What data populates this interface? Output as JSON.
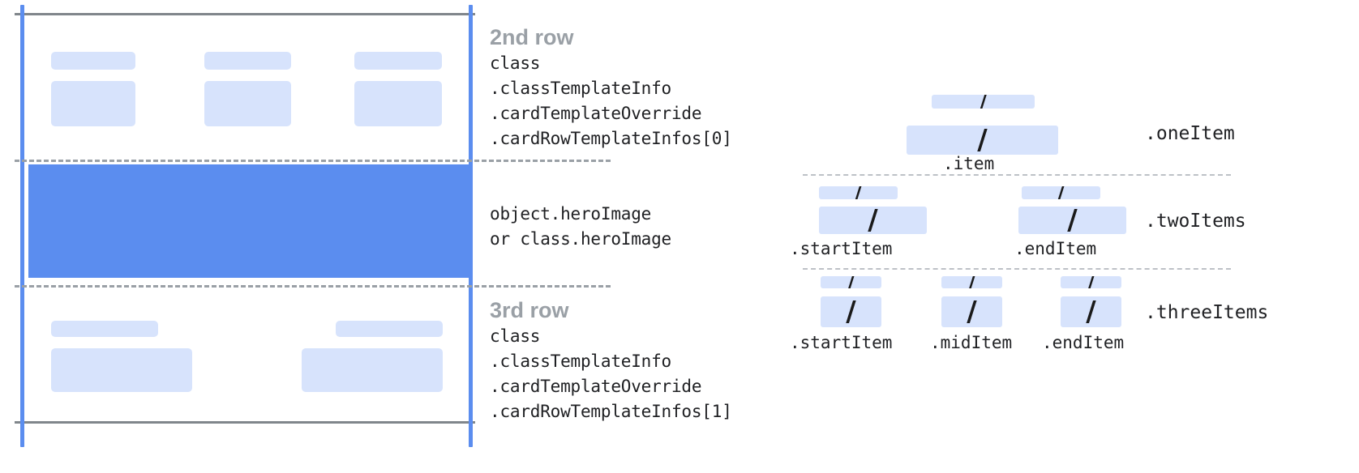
{
  "card_diagram": {
    "name": "card-row-template-diagram",
    "rows": [
      {
        "title": "2nd row",
        "code_lines": [
          "class",
          ".classTemplateInfo",
          ".cardTemplateOverride",
          ".cardRowTemplateInfos[0]"
        ]
      },
      {
        "title": "",
        "code_lines": [
          "object.heroImage",
          "or class.heroImage"
        ]
      },
      {
        "title": "3rd row",
        "code_lines": [
          "class",
          ".classTemplateInfo",
          ".cardTemplateOverride",
          ".cardRowTemplateInfos[1]"
        ]
      }
    ]
  },
  "item_diagram": {
    "name": "row-item-layout-diagram",
    "groups": [
      {
        "label": ".oneItem",
        "items": [
          {
            "caption": ".item",
            "glyph": "/"
          }
        ]
      },
      {
        "label": ".twoItems",
        "items": [
          {
            "caption": ".startItem",
            "glyph": "/"
          },
          {
            "caption": ".endItem",
            "glyph": "/"
          }
        ]
      },
      {
        "label": ".threeItems",
        "items": [
          {
            "caption": ".startItem",
            "glyph": "/"
          },
          {
            "caption": ".midItem",
            "glyph": "/"
          },
          {
            "caption": ".endItem",
            "glyph": "/"
          }
        ]
      }
    ]
  },
  "colors": {
    "placeholder_fill": "#d7e3fc",
    "hero_fill": "#5b8def",
    "guide_blue": "#5b8def",
    "rule_gray": "#80868b",
    "dash_gray": "#9aa0a6",
    "title_gray": "#9aa0a6",
    "code_text": "#202124"
  }
}
